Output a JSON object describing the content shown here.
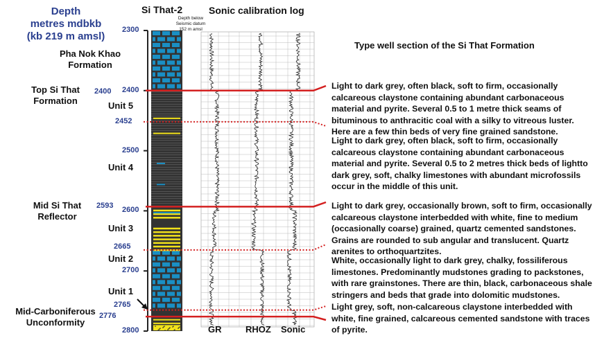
{
  "header": {
    "depth_title": [
      "Depth",
      "metres mdbkb",
      "(kb 219 m amsl)"
    ],
    "well_name": "Si That-2",
    "datum_note": [
      "Depth below",
      "Seismic datum",
      "152 m amsl"
    ],
    "log_title": "Sonic calibration log",
    "section_title": "Type well section of the Si That Formation"
  },
  "depth_ticks": [
    "2300",
    "2400",
    "2500",
    "2600",
    "2700",
    "2800"
  ],
  "boundary_depths": [
    "2400",
    "2452",
    "2593",
    "2665",
    "2765",
    "2776"
  ],
  "formations": [
    "Pha Nok Khao Formation",
    "Top Si That Formation",
    "Mid Si That Reflector",
    "Mid-Carboniferous Unconformity"
  ],
  "units": [
    "Unit 5",
    "Unit 4",
    "Unit 3",
    "Unit 2",
    "Unit 1"
  ],
  "log_labels": [
    "GR",
    "RHOZ",
    "Sonic"
  ],
  "descriptions": [
    "Light to dark grey, often black, soft to firm, occasionally calcareous claystone containing abundant carbonaceous material and pyrite. Several 0.5 to 1 metre thick seams of bituminous to anthracitic coal with a silky to vitreous luster. Here are a few thin beds of very fine grained sandstone.",
    "Light to dark grey, often black, soft to firm, occasionally calcareous claystone containing abundant carbonaceous material and pyrite. Several 0.5 to 2 metres thick beds of lightto dark grey, soft, chalky limestones with abundant microfossils occur in the middle of this unit.",
    "Light to dark grey, occasionally brown, soft to firm, occasionally calcareous claystone interbedded with white, fine to medium (occasionally coarse) grained, quartz cemented sandstones. Grains are rounded to sub angular and translucent. Quartz arenites to orthoquartzites.",
    "White, occasionally light to dark grey, chalky, fossiliferous limestones. Predominantly mudstones grading to packstones, with rare grainstones. There are thin, black, carbonaceous shale stringers and beds that grade into dolomitic mudstones.",
    "Light grey, soft, non-calcareous claystone interbedded with white, fine grained, calcareous cemented sandstone with traces of pyrite."
  ],
  "colors": {
    "limestone": "#1a8fc4",
    "shale": "#333333",
    "sand": "#f2e21a",
    "boundary": "#d42020",
    "depth_text": "#2a3f8f"
  }
}
